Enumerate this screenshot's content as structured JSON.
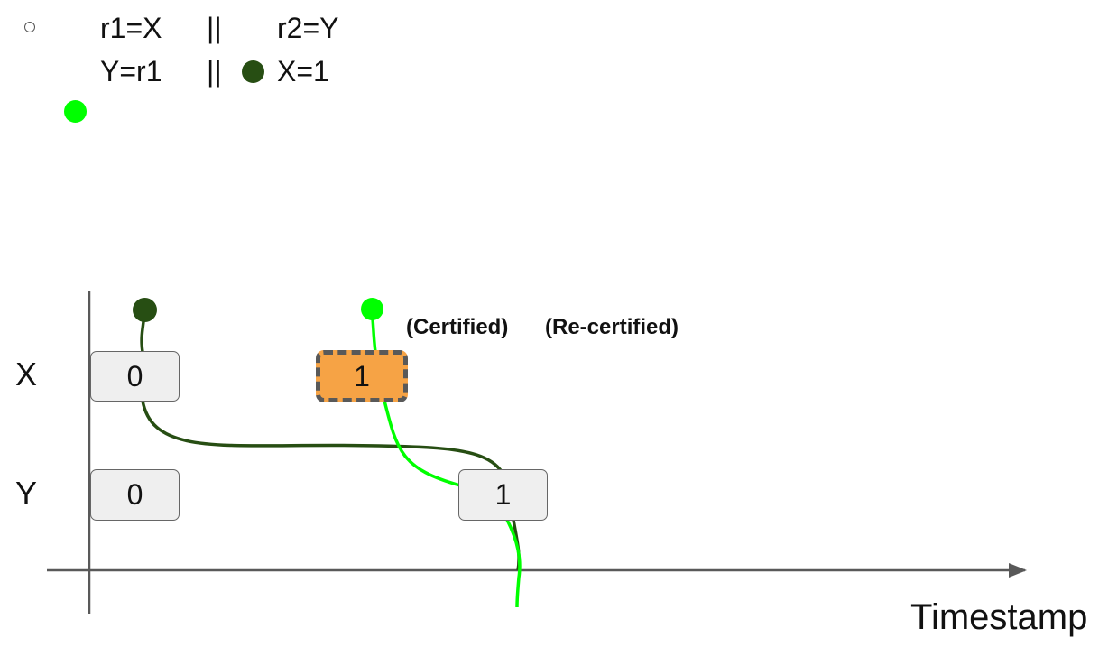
{
  "program": {
    "thread1_line1": "r1=X",
    "sep1": "||",
    "thread2_line1": "r2=Y",
    "thread1_line2": "Y=r1",
    "sep2": "||",
    "thread2_line2": "X=1"
  },
  "rows": {
    "x_label": "X",
    "y_label": "Y"
  },
  "cells": {
    "x_initial": "0",
    "x_new": "1",
    "y_initial": "0",
    "y_new": "1"
  },
  "annotations": {
    "certified": "(Certified)",
    "recertified": "(Re-certified)"
  },
  "axis": {
    "x_label": "Timestamp"
  },
  "colors": {
    "dark_green": "#274e13",
    "light_green": "#00ff00",
    "orange": "#f6a345",
    "axis": "#595959"
  }
}
